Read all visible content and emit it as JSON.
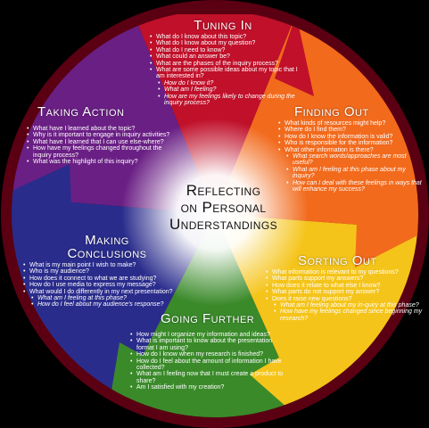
{
  "center": {
    "lines": [
      "Reflecting",
      "on Personal",
      "Understandings"
    ]
  },
  "colors": {
    "background": "#000000",
    "rim": "#5a0012",
    "tuning_in": "#c0102a",
    "finding_out": "#f26a1c",
    "sorting_out": "#f5c41a",
    "going_further": "#3a8a2a",
    "making_conclusions": "#2a2c8c",
    "taking_action": "#6a1f84",
    "center": "#ffffff"
  },
  "segments": {
    "tuning_in": {
      "title": "Tuning In",
      "items": [
        {
          "text": "What do I know about this topic?",
          "sub": false
        },
        {
          "text": "What do I know about my question?",
          "sub": false
        },
        {
          "text": "What do I need to know?",
          "sub": false
        },
        {
          "text": "What could an answer be?",
          "sub": false
        },
        {
          "text": "What are the phases of the inquiry process?",
          "sub": false
        },
        {
          "text": "What are some possible ideas about my topic that I am interested in?",
          "sub": false
        },
        {
          "text": "How do I know it?",
          "sub": true
        },
        {
          "text": "What am I feeling?",
          "sub": true
        },
        {
          "text": "How are my feelings likely to change during the inquiry process?",
          "sub": true
        }
      ]
    },
    "finding_out": {
      "title": "Finding Out",
      "items": [
        {
          "text": "What kinds of resources might help?",
          "sub": false
        },
        {
          "text": "Where do I find them?",
          "sub": false
        },
        {
          "text": "How do I know the information is valid?",
          "sub": false
        },
        {
          "text": "Who is responsible for the information?",
          "sub": false
        },
        {
          "text": "What other information is there?",
          "sub": false
        },
        {
          "text": "What search words/approaches are most useful?",
          "sub": true
        },
        {
          "text": "What am I feeling at this phase about my inquiry?",
          "sub": true
        },
        {
          "text": "How can I deal with these feelings in ways that will enhance my success?",
          "sub": true
        }
      ]
    },
    "sorting_out": {
      "title": "Sorting Out",
      "items": [
        {
          "text": "What information is relevant to my questions?",
          "sub": false
        },
        {
          "text": "What parts support my answers?",
          "sub": false
        },
        {
          "text": "How does it relate to what else I know?",
          "sub": false
        },
        {
          "text": "What parts do not support my answer?",
          "sub": false
        },
        {
          "text": "Does it raise new questions?",
          "sub": false
        },
        {
          "text": "What am I feeling about my in-quiry at this phase?",
          "sub": true
        },
        {
          "text": "How have my feelings changed since beginning my research?",
          "sub": true
        }
      ]
    },
    "going_further": {
      "title": "Going Further",
      "items": [
        {
          "text": "How might I organize my information and ideas?",
          "sub": false
        },
        {
          "text": "What is important to know about the presentation format I am using?",
          "sub": false
        },
        {
          "text": "How do I know when my research is finished?",
          "sub": false
        },
        {
          "text": "How do I feel about the amount of information I have collected?",
          "sub": false
        },
        {
          "text": "What am I feeling now that I must create a product to share?",
          "sub": false
        },
        {
          "text": "Am I satisfied with my creation?",
          "sub": false
        }
      ]
    },
    "making_conclusions": {
      "title": "Making Conclusions",
      "items": [
        {
          "text": "What is my main point I wish to make?",
          "sub": false
        },
        {
          "text": "Who is my audience?",
          "sub": false
        },
        {
          "text": "How does it connect to what we are studying?",
          "sub": false
        },
        {
          "text": "How do I use media to express my message?",
          "sub": false
        },
        {
          "text": "What would I do differently in my next presentation?",
          "sub": false
        },
        {
          "text": "What am I feeling at this phase?",
          "sub": true
        },
        {
          "text": "How do I feel about my audience's response?",
          "sub": true
        }
      ]
    },
    "taking_action": {
      "title": "Taking Action",
      "items": [
        {
          "text": "What have I learned about the topic?",
          "sub": false
        },
        {
          "text": "Why is it important to engage in inquiry activities?",
          "sub": false
        },
        {
          "text": "What have I learned that I can use else-where?",
          "sub": false
        },
        {
          "text": "How have my feelings changed throughout the inquiry process?",
          "sub": false
        },
        {
          "text": "What was the highlight of this inquiry?",
          "sub": false
        }
      ]
    }
  }
}
